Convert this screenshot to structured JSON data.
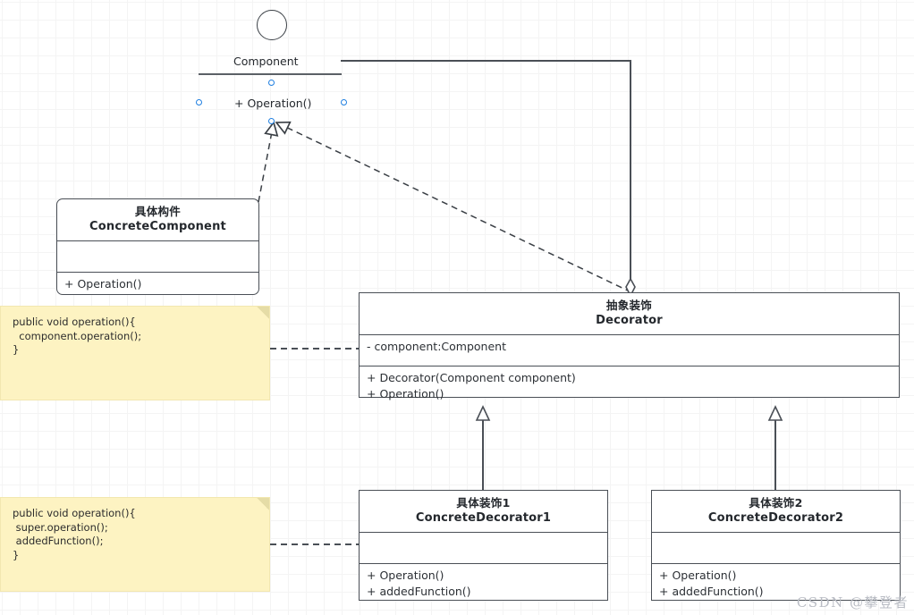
{
  "diagram": {
    "type": "uml-class-diagram",
    "pattern": "Decorator",
    "edge_color": "#4a4f56",
    "note_color": "#fdf3c2",
    "handle_color": "#1f7fe0"
  },
  "interface_component": {
    "name": "Component",
    "operation": "+ Operation()",
    "icon": "interface-ball-icon"
  },
  "concrete_component": {
    "title_cn": "具体构件",
    "title_en": "ConcreteComponent",
    "attributes": [],
    "operations": [
      "+ Operation()"
    ]
  },
  "decorator": {
    "title_cn": "抽象装饰",
    "title_en": "Decorator",
    "attributes": [
      "- component:Component"
    ],
    "operations": [
      "+ Decorator(Component component)",
      "+ Operation()"
    ]
  },
  "concrete_decorator_1": {
    "title_cn": "具体装饰1",
    "title_en": "ConcreteDecorator1",
    "attributes": [],
    "operations": [
      "+ Operation()",
      "+ addedFunction()"
    ]
  },
  "concrete_decorator_2": {
    "title_cn": "具体装饰2",
    "title_en": "ConcreteDecorator2",
    "attributes": [],
    "operations": [
      "+ Operation()",
      "+ addedFunction()"
    ]
  },
  "note_decorator": {
    "lines": [
      "public void operation(){",
      "  component.operation();",
      "}"
    ]
  },
  "note_concrete_decorator": {
    "lines": [
      "public void operation(){",
      " super.operation();",
      " addedFunction();",
      "}"
    ]
  },
  "watermark": {
    "text": "CSDN @攀登者"
  }
}
